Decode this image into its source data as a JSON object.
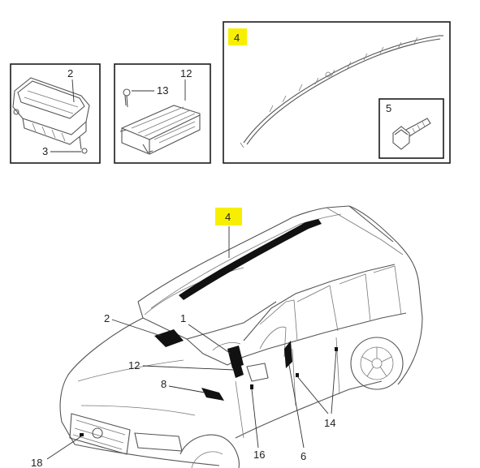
{
  "colors": {
    "highlight": "#f7ef00",
    "line": "#555555",
    "text": "#222222",
    "frame": "#1a1a1a"
  },
  "top_panels": {
    "panel_a": {
      "labels": {
        "module": "2",
        "screw": "3"
      }
    },
    "panel_b": {
      "labels": {
        "module": "12",
        "bolt": "13"
      }
    },
    "panel_c": {
      "labels": {
        "curtain": "4",
        "bolt": "5"
      }
    }
  },
  "car_view": {
    "labels": {
      "curtain": "4",
      "passenger": "2",
      "steering": "1",
      "control": "12",
      "knee": "8",
      "side_front": "16",
      "side_rear": "6",
      "sensors": "14",
      "front_sensor": "18"
    }
  }
}
